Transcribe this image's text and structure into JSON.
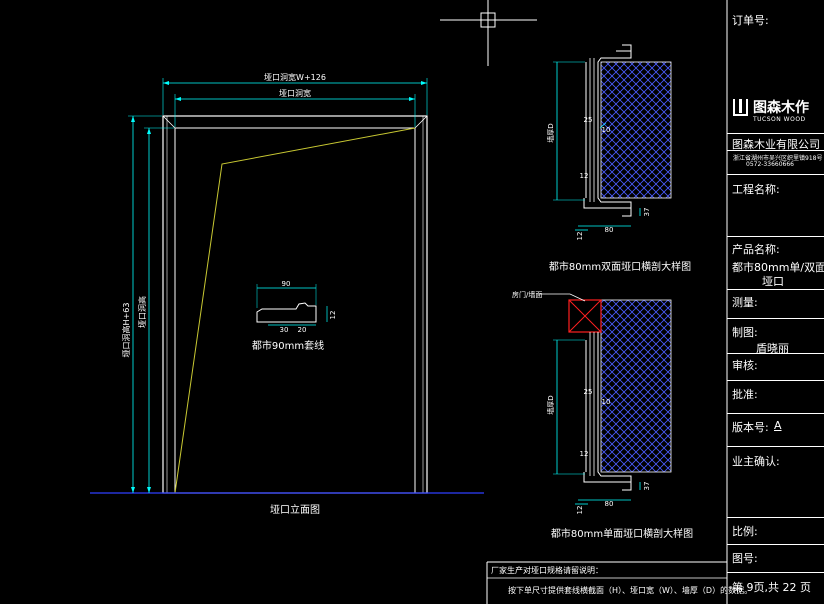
{
  "drawing": {
    "elevation_title": "垭口立面图",
    "outer_width_label": "垭口洞宽W+126",
    "inner_width_label": "垭口洞宽",
    "outer_height_label": "垭口洞高H+63",
    "inner_height_label": "垭口洞高",
    "profile_title": "都市90mm套线",
    "profile_dims": [
      "90",
      "30",
      "20",
      "12"
    ],
    "section_double_title": "都市80mm双面垭口横剖大样图",
    "section_single_title": "都市80mm单面垭口横剖大样图",
    "door_leaf_label": "房门/墙面",
    "wall_thickness_label": "墙厚D",
    "section_dims": [
      "25",
      "10",
      "12",
      "80",
      "37",
      "12"
    ],
    "notes_title": "厂家生产对垭口规格请留说明：",
    "notes_body": "按下单尺寸提供套线横截面（H）、垭口宽（W）、墙厚（D）的数据。"
  },
  "title_block": {
    "order_no_label": "订单号:",
    "logo_text": "图森木作",
    "logo_sub": "TUCSON WOOD",
    "company_name": "图森木业有限公司",
    "company_address": "浙江省湖州市吴兴区织里镇918号",
    "company_phone": "0572-33660666",
    "project_label": "工程名称:",
    "product_label": "产品名称:",
    "product_value_line1": "都市80mm单/双面",
    "product_value_line2": "垭口",
    "measure_label": "测量:",
    "drafter_label": "制图:",
    "drafter_value": "盾晓丽",
    "review_label": "审核:",
    "approve_label": "批准:",
    "version_label": "版本号:",
    "version_value": "A",
    "owner_label": "业主确认:",
    "scale_label": "比例:",
    "drawing_no_label": "图号:",
    "page_info": "第 9页,共 22 页"
  },
  "colors": {
    "background": "#000000",
    "line_white": "#ffffff",
    "dimension_cyan": "#00ffff",
    "hatch_blue": "#4a5cff",
    "swing_yellow": "#c8c832",
    "ground_blue": "#2f3fff",
    "marker_red": "#ff2020"
  }
}
